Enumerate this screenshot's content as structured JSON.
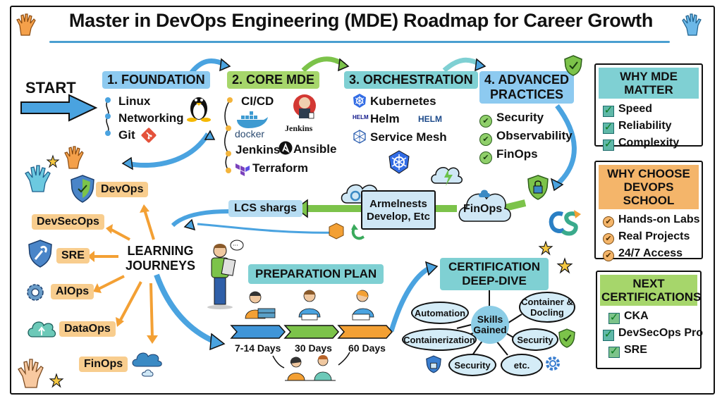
{
  "title": "Master in DevOps Engineering (MDE) Roadmap for Career Growth",
  "start_label": "START",
  "stages": [
    {
      "label": "1. FOUNDATION",
      "items": [
        "Linux",
        "Networking",
        "Git"
      ]
    },
    {
      "label": "2. CORE MDE",
      "items": [
        "CI/CD",
        "Jenkins",
        "Terraform"
      ],
      "logos": [
        "docker",
        "Jenkins",
        "Ansible"
      ]
    },
    {
      "label": "3. ORCHESTRATION",
      "items": [
        "Kubernetes",
        "Helm",
        "Service Mesh"
      ],
      "logos": [
        "HELM"
      ]
    },
    {
      "label": "4. ADVANCED PRACTICES",
      "label_line1": "4. ADVANCED",
      "label_line2": "PRACTICES",
      "items": [
        "Security",
        "Observability",
        "FinOps"
      ]
    }
  ],
  "flow": {
    "center_line1": "Armelnests",
    "center_line2": "Develop, Etc",
    "left_label": "LCS shargs",
    "right_label": "FinOps"
  },
  "learning_journeys": {
    "label_line1": "LEARNING",
    "label_line2": "JOURNEYS",
    "paths": [
      "DevOps",
      "DevSecOps",
      "SRE",
      "AIOps",
      "DataOps",
      "FinOps"
    ]
  },
  "preparation_plan": {
    "title": "PREPARATION PLAN",
    "steps": [
      {
        "label": "7-14 Days",
        "color": "#3f95d8"
      },
      {
        "label": "30 Days",
        "color": "#7cc34a"
      },
      {
        "label": "60 Days",
        "color": "#f3a034"
      }
    ]
  },
  "certification": {
    "title_line1": "CERTIFICATION",
    "title_line2": "DEEP-DIVE",
    "center_line1": "Skills",
    "center_line2": "Gained",
    "skills": [
      "Automation",
      "Container & Docling",
      "Containerization",
      "Security",
      "Security",
      "etc."
    ]
  },
  "why_mde": {
    "title": "WHY MDE MATTER",
    "items": [
      "Speed",
      "Reliability",
      "Complexity"
    ]
  },
  "why_school": {
    "title_line1": "WHY CHOOSE",
    "title_line2": "DEVOPS SCHOOL",
    "items": [
      "Hands-on Labs",
      "Real Projects",
      "24/7 Access"
    ]
  },
  "next_certs": {
    "title_line1": "NEXT",
    "title_line2": "CERTIFICATIONS",
    "items": [
      "CKA",
      "DevSecOps Pro",
      "SRE"
    ]
  },
  "colors": {
    "blue": "#8dcaf0",
    "green": "#a6d66b",
    "teal": "#7fd0d3",
    "orange": "#f4b56a",
    "arrow_blue": "#4aa3e0",
    "arrow_green": "#7cc34a",
    "arrow_orange": "#f3a034"
  }
}
